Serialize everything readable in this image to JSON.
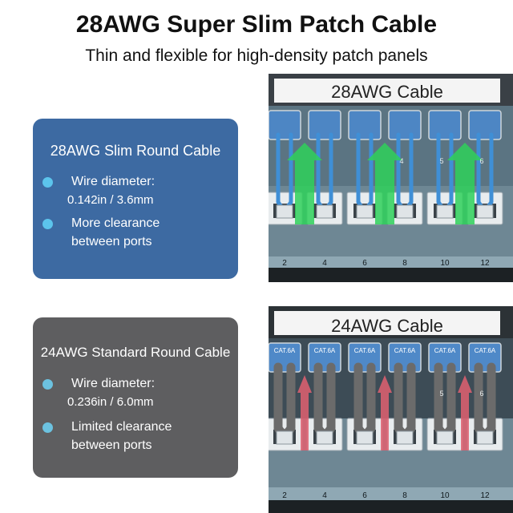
{
  "header": {
    "title": "28AWG Super Slim Patch Cable",
    "subtitle": "Thin and flexible for high-density patch panels"
  },
  "cards": {
    "slim": {
      "title": "28AWG Slim Round Cable",
      "bullet1_label": "Wire diameter:",
      "bullet1_value": "0.142in / 3.6mm",
      "bullet2_line1": "More clearance",
      "bullet2_line2": "between ports"
    },
    "standard": {
      "title": "24AWG Standard Round Cable",
      "bullet1_label": "Wire diameter:",
      "bullet1_value": "0.236in / 6.0mm",
      "bullet2_line1": "Limited clearance",
      "bullet2_line2": "between ports"
    }
  },
  "photos": {
    "top": {
      "label": "28AWG Cable",
      "top_port_numbers": [
        "4",
        "5",
        "6"
      ],
      "bottom_port_numbers": [
        "2",
        "4",
        "6",
        "8",
        "10",
        "12"
      ]
    },
    "bottom": {
      "label": "24AWG Cable",
      "jack_text": "CAT.6A",
      "top_port_numbers": [
        "5",
        "6"
      ],
      "bottom_port_numbers": [
        "2",
        "4",
        "6",
        "8",
        "10",
        "12"
      ]
    }
  },
  "colors": {
    "slim_card": "#3d6aa2",
    "standard_card": "#5e5e60",
    "bullet_dot": "#5cc4ec",
    "slim_cable": "#3f8fd6",
    "standard_cable": "#6b6b6b",
    "green_arrow": "#2fd15a",
    "red_arrow": "#e06070"
  }
}
